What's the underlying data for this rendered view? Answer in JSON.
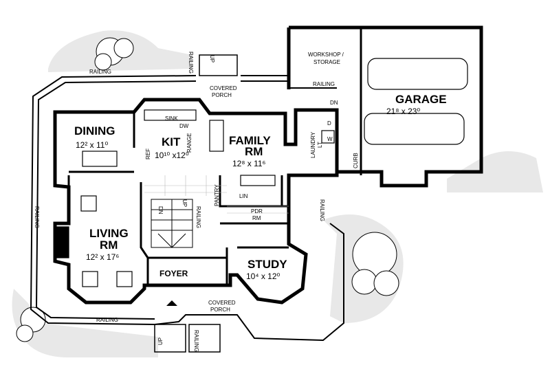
{
  "rooms": {
    "dining": {
      "name": "DINING",
      "dim": "12² x 11⁰"
    },
    "kitchen": {
      "name": "KIT",
      "dim": "10¹⁰ x12⁰"
    },
    "family": {
      "name": "FAMILY",
      "name2": "RM",
      "dim": "12⁸ x 11⁶"
    },
    "living": {
      "name": "LIVING",
      "name2": "RM",
      "dim": "12² x 17⁶"
    },
    "study": {
      "name": "STUDY",
      "dim": "10⁴ x 12⁰"
    },
    "garage": {
      "name": "GARAGE",
      "dim": "21⁸ x 23⁰"
    },
    "foyer": {
      "name": "FOYER"
    },
    "powder": {
      "name": "PDR",
      "name2": "RM"
    }
  },
  "labels": {
    "workshop": "WORKSHOP /",
    "storage": "STORAGE",
    "covered": "COVERED",
    "porch": "PORCH",
    "railing": "RAILING",
    "laundry": "LAUNDRY",
    "pantry": "PANTRY",
    "lin": "LIN",
    "sink": "SINK",
    "dw": "DW",
    "range": "RANGE",
    "ref": "REF",
    "curb": "CURB",
    "up": "UP",
    "dn": "DN",
    "w": "W",
    "d": "D",
    "lt": "LT"
  }
}
